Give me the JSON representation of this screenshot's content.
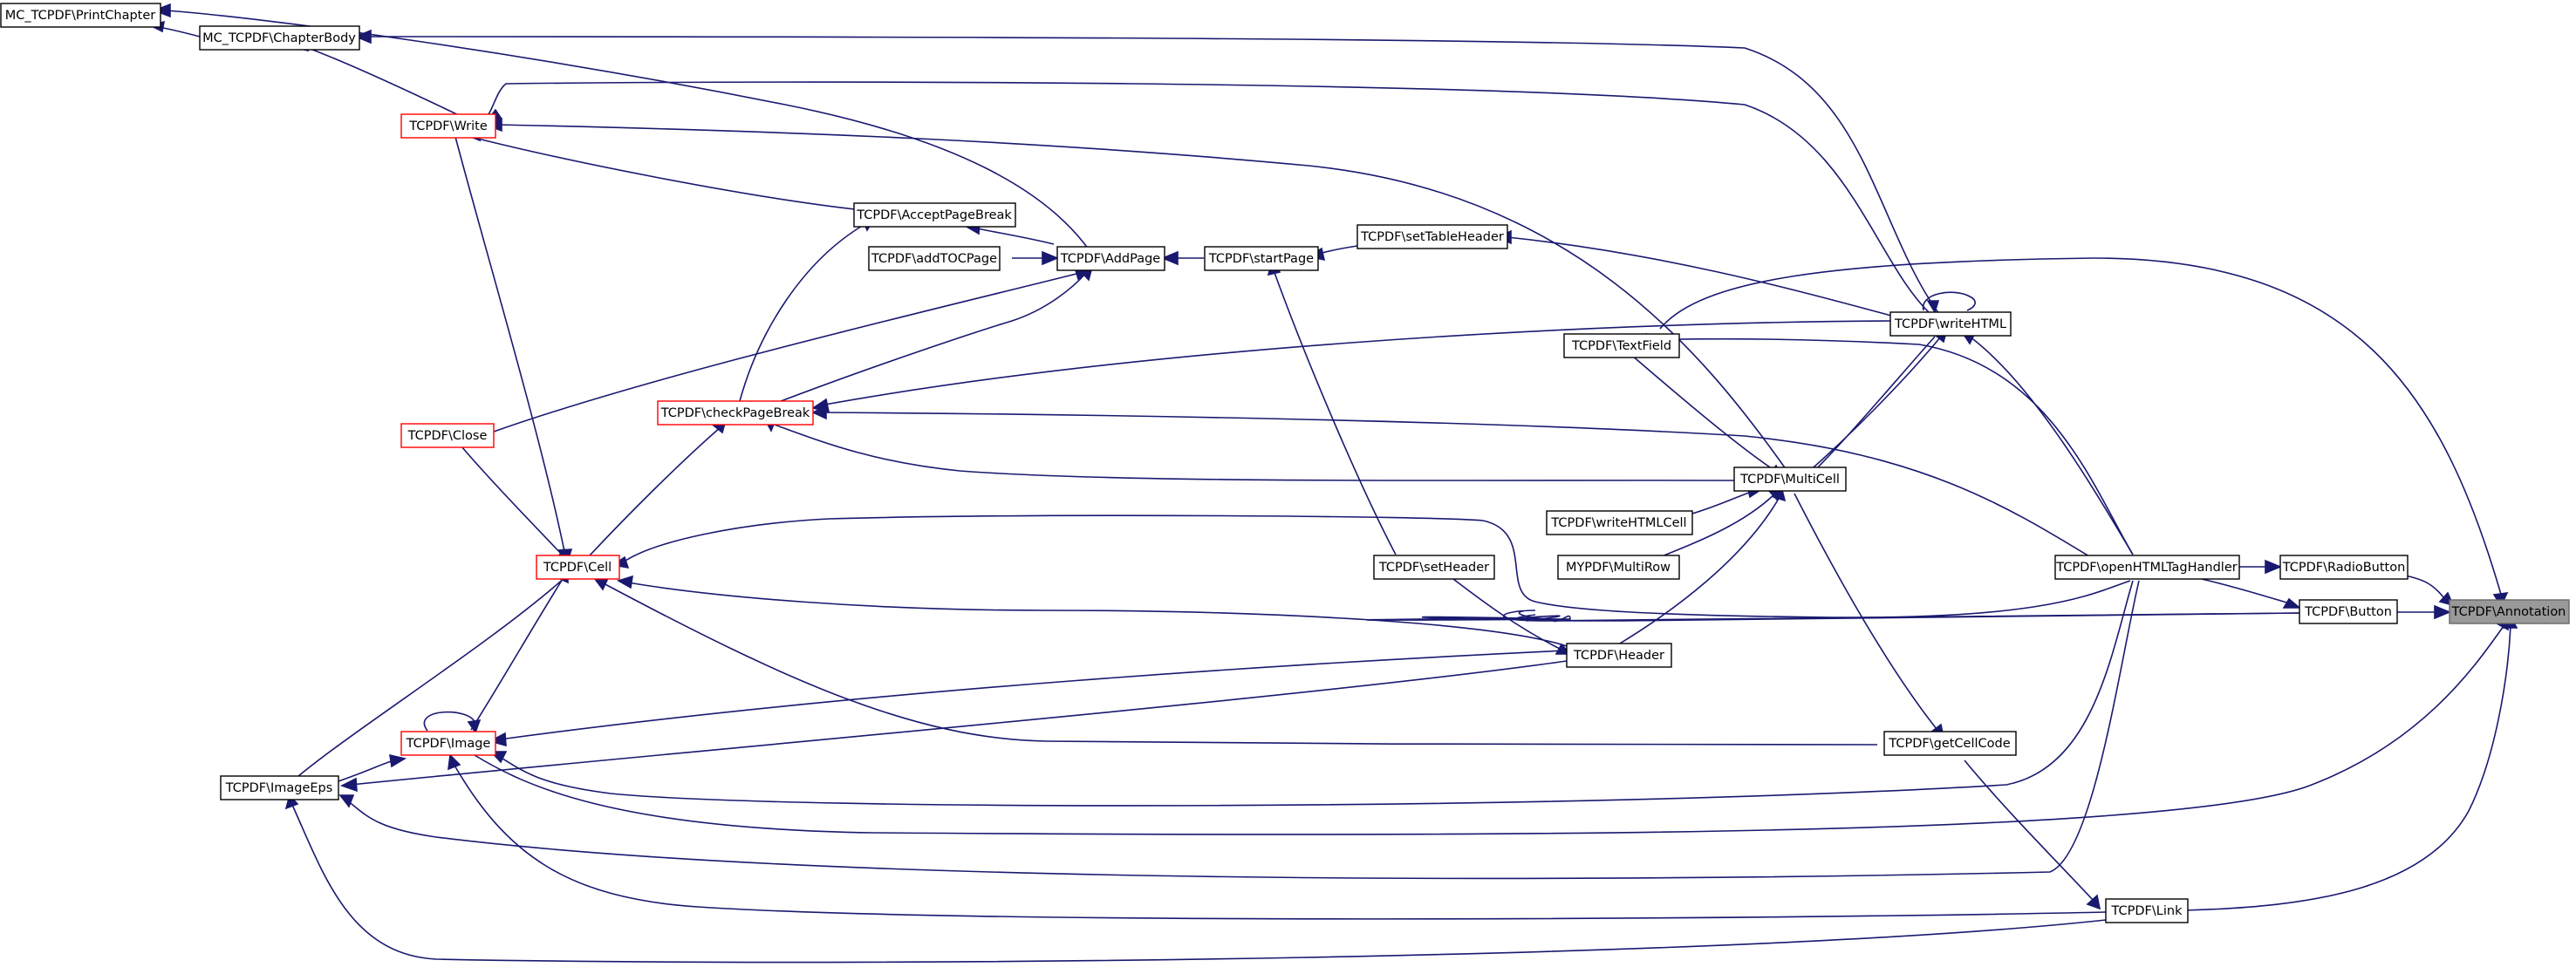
{
  "diagram": {
    "nodes": [
      {
        "id": "printchapter",
        "label": "MC_TCPDF\\PrintChapter"
      },
      {
        "id": "chapterbody",
        "label": "MC_TCPDF\\ChapterBody"
      },
      {
        "id": "write",
        "label": "TCPDF\\Write"
      },
      {
        "id": "acceptpagebreak",
        "label": "TCPDF\\AcceptPageBreak"
      },
      {
        "id": "addtocpage",
        "label": "TCPDF\\addTOCPage"
      },
      {
        "id": "addpage",
        "label": "TCPDF\\AddPage"
      },
      {
        "id": "startpage",
        "label": "TCPDF\\startPage"
      },
      {
        "id": "settableheader",
        "label": "TCPDF\\setTableHeader"
      },
      {
        "id": "writehtml",
        "label": "TCPDF\\writeHTML"
      },
      {
        "id": "textfield",
        "label": "TCPDF\\TextField"
      },
      {
        "id": "checkpagebreak",
        "label": "TCPDF\\checkPageBreak"
      },
      {
        "id": "close",
        "label": "TCPDF\\Close"
      },
      {
        "id": "multicell",
        "label": "TCPDF\\MultiCell"
      },
      {
        "id": "writehtmlcell",
        "label": "TCPDF\\writeHTMLCell"
      },
      {
        "id": "cell",
        "label": "TCPDF\\Cell"
      },
      {
        "id": "setheader",
        "label": "TCPDF\\setHeader"
      },
      {
        "id": "mypdfmultirow",
        "label": "MYPDF\\MultiRow"
      },
      {
        "id": "openhtmltaghandler",
        "label": "TCPDF\\openHTMLTagHandler"
      },
      {
        "id": "radiobutton",
        "label": "TCPDF\\RadioButton"
      },
      {
        "id": "button",
        "label": "TCPDF\\Button"
      },
      {
        "id": "annotation",
        "label": "TCPDF\\Annotation"
      },
      {
        "id": "header",
        "label": "TCPDF\\Header"
      },
      {
        "id": "image",
        "label": "TCPDF\\Image"
      },
      {
        "id": "getcellcode",
        "label": "TCPDF\\getCellCode"
      },
      {
        "id": "imageeps",
        "label": "TCPDF\\ImageEps"
      },
      {
        "id": "link",
        "label": "TCPDF\\Link"
      }
    ],
    "colors": {
      "edge": "#191970",
      "node_border": "#000000",
      "node_border_highlight": "#ff0000",
      "focus_fill": "#999999",
      "background": "#ffffff"
    }
  }
}
